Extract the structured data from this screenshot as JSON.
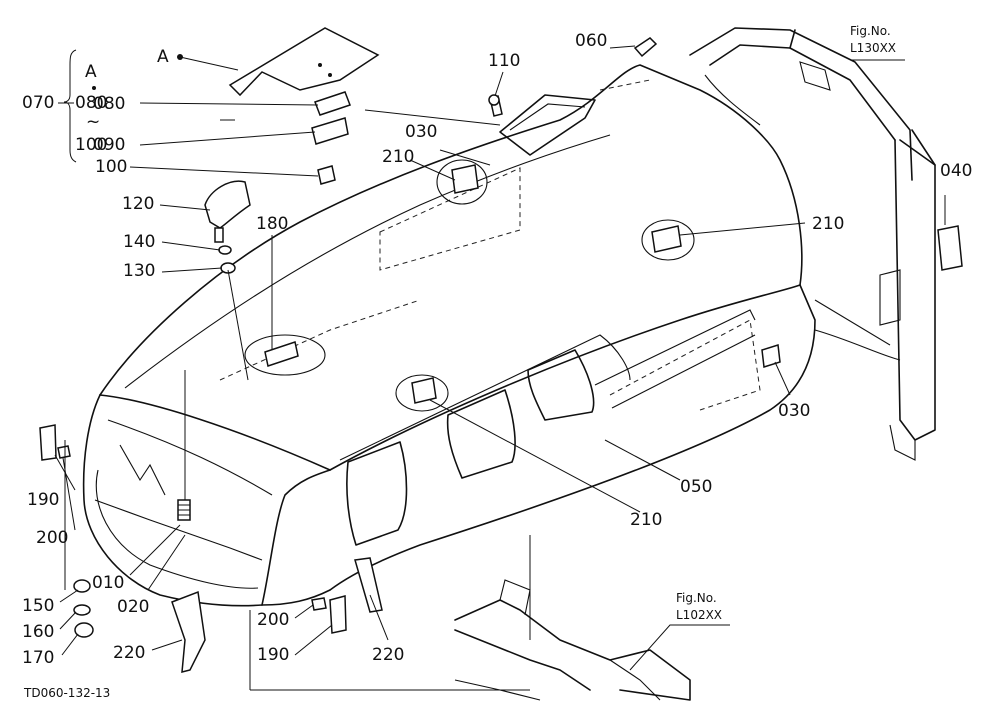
{
  "figure_code": "TD060-132-13",
  "group_070": {
    "top": "A",
    "mid": "080",
    "bottom": "100",
    "label": "070"
  },
  "detail_marker": "A",
  "fig_refs": [
    {
      "title": "Fig.No.",
      "code": "L130XX"
    },
    {
      "title": "Fig.No.",
      "code": "L102XX"
    }
  ],
  "callouts": {
    "c060": "060",
    "c110": "110",
    "c080": "080",
    "c090": "090",
    "c100": "100",
    "c030a": "030",
    "c210a": "210",
    "c120": "120",
    "c180": "180",
    "c140": "140",
    "c130": "130",
    "c040": "040",
    "c210b": "210",
    "c030b": "030",
    "c050": "050",
    "c210c": "210",
    "c190a": "190",
    "c200a": "200",
    "c010": "010",
    "c020": "020",
    "c150": "150",
    "c160": "160",
    "c170": "170",
    "c220a": "220",
    "c200b": "200",
    "c190b": "190",
    "c220b": "220"
  }
}
